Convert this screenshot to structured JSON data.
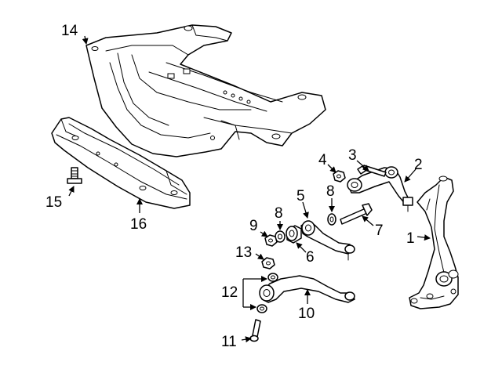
{
  "diagram": {
    "background": "#ffffff",
    "line_color": "#000000",
    "callouts": {
      "c1": "1",
      "c2": "2",
      "c3": "3",
      "c4": "4",
      "c5": "5",
      "c6": "6",
      "c7": "7",
      "c8a": "8",
      "c8b": "8",
      "c9": "9",
      "c10": "10",
      "c11": "11",
      "c12": "12",
      "c13": "13",
      "c14": "14",
      "c15": "15",
      "c16": "16"
    }
  }
}
